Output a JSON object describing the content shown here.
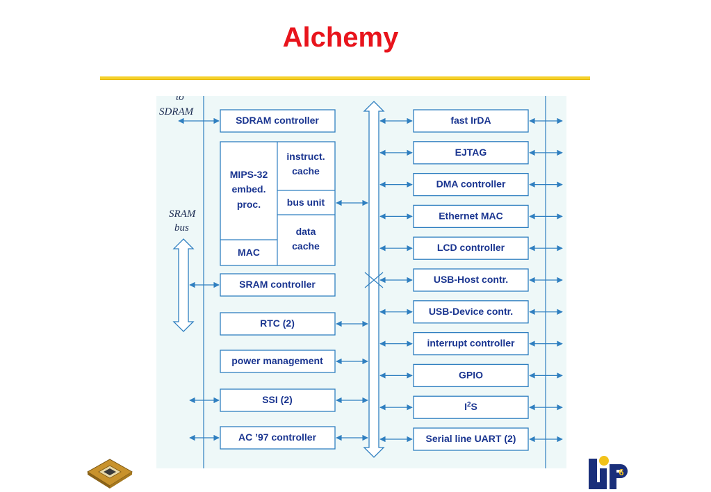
{
  "slide": {
    "title": "Alchemy"
  },
  "diagram": {
    "external": {
      "sdram": [
        "to",
        "SDRAM"
      ],
      "sram_bus": [
        "SRAM",
        "bus"
      ]
    },
    "left_blocks": {
      "sdram_controller": "SDRAM controller",
      "cpu_core": [
        "MIPS-32",
        "embed.",
        "proc."
      ],
      "mac": "MAC",
      "icache": [
        "instruct.",
        "cache"
      ],
      "bus_unit": "bus unit",
      "dcache": [
        "data",
        "cache"
      ],
      "sram_controller": "SRAM controller",
      "rtc": "RTC (2)",
      "power_management": "power management",
      "ssi": "SSI (2)",
      "ac97": "AC ’97 controller"
    },
    "right_blocks": [
      {
        "label": "fast IrDA"
      },
      {
        "label": "EJTAG"
      },
      {
        "label": "DMA controller"
      },
      {
        "label": "Ethernet MAC"
      },
      {
        "label": "LCD controller"
      },
      {
        "label": "USB-Host contr."
      },
      {
        "label": "USB-Device contr."
      },
      {
        "label": "interrupt controller"
      },
      {
        "label": "GPIO"
      },
      {
        "label": "I",
        "sup": "2",
        "suffix": "S"
      },
      {
        "label": "Serial line UART (2)"
      }
    ]
  },
  "logo": {
    "text": "LiP",
    "sup": "6"
  },
  "colors": {
    "title": "#e8141c",
    "rule": "#f5d12a",
    "diagram_bg": "#eef8f8",
    "line": "#2f7fc0",
    "text": "#1a3590"
  }
}
